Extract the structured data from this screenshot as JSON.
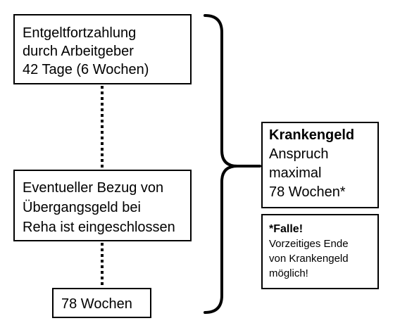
{
  "top_box": {
    "lines": [
      "Entgeltfortzahlung",
      "durch Arbeitgeber",
      "42 Tage (6 Wochen)"
    ]
  },
  "middle_box": {
    "lines": [
      "Eventueller Bezug von",
      "Übergangsgeld bei",
      "Reha ist eingeschlossen"
    ]
  },
  "bottom_box": {
    "text": "78 Wochen"
  },
  "krankengeld_box": {
    "title": "Krankengeld",
    "lines": [
      "Anspruch",
      "maximal",
      "78 Wochen*"
    ]
  },
  "falle_box": {
    "title": "*Falle!",
    "lines": [
      "Vorzeitiges Ende",
      "von Krankengeld",
      "möglich!"
    ]
  },
  "colors": {
    "stroke": "#000000",
    "background": "#ffffff"
  }
}
